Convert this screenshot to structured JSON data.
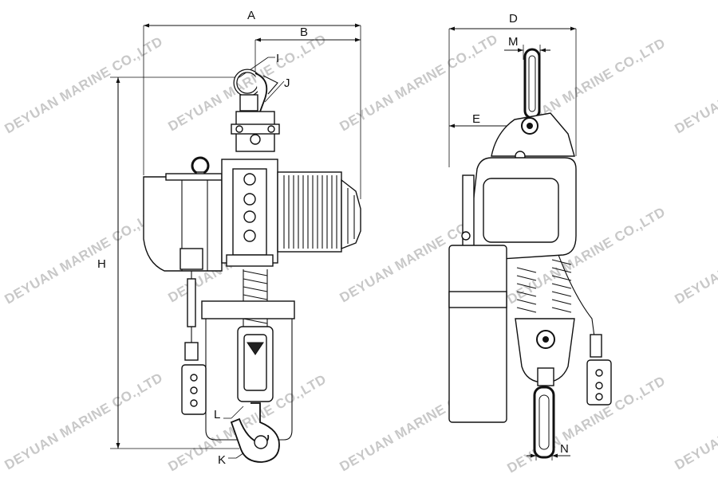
{
  "dimension_labels": {
    "A": "A",
    "B": "B",
    "I": "I",
    "J": "J",
    "H": "H",
    "L": "L",
    "K": "K",
    "D": "D",
    "M": "M",
    "E": "E",
    "N": "N"
  },
  "watermark": "DEYUAN MARINE CO.,LTD"
}
